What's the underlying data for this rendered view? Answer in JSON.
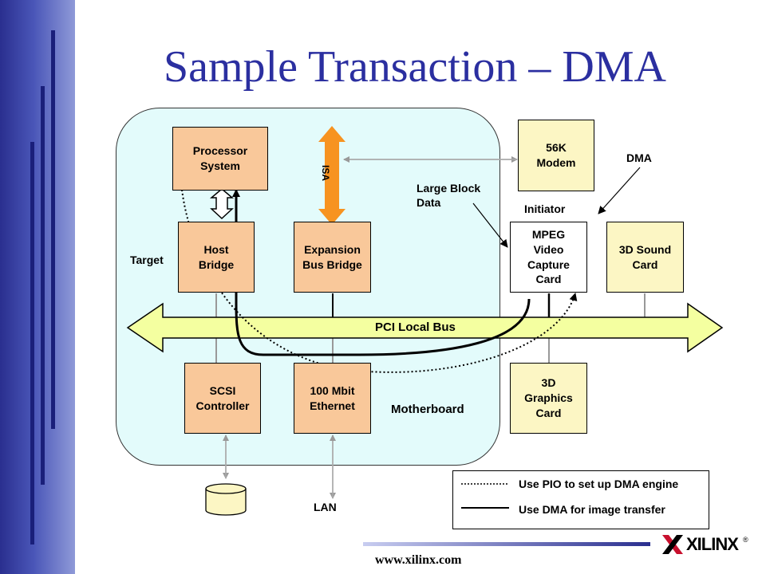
{
  "title": "Sample Transaction – DMA",
  "boxes": {
    "processor": "Processor System",
    "host_bridge": "Host Bridge",
    "expansion": "Expansion Bus Bridge",
    "modem": "56K Modem",
    "mpeg": "MPEG Video Capture Card",
    "sound": "3D Sound Card",
    "scsi": "SCSI Controller",
    "ethernet": "100 Mbit Ethernet",
    "graphics": "3D Graphics Card"
  },
  "labels": {
    "isa": "ISA",
    "pci_bus": "PCI Local Bus",
    "motherboard": "Motherboard",
    "target": "Target",
    "initiator": "Initiator",
    "dma": "DMA",
    "large_block_line1": "Large Block",
    "large_block_line2": "Data",
    "lan": "LAN"
  },
  "legend": {
    "pio": "Use PIO to set up DMA engine",
    "dma": "Use DMA for image transfer"
  },
  "footer": {
    "url": "www.xilinx.com",
    "logo": "XILINX",
    "reg": "®"
  },
  "colors": {
    "title": "#2b2fa0",
    "board": "#e3fbfb",
    "bus": "#f4ffa0",
    "isa_arrow": "#f79320",
    "orange_box": "#f9c89a",
    "yellow_box": "#fcf6c4"
  }
}
